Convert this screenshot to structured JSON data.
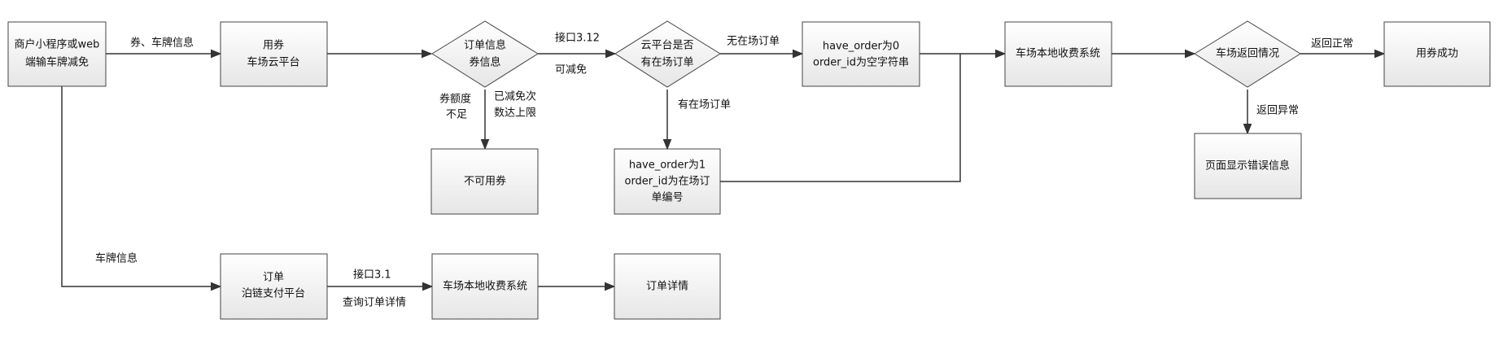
{
  "nodes": {
    "merchant": [
      "商户小程序或web",
      "端输车牌减免"
    ],
    "use_coupon": [
      "用券",
      "车场云平台"
    ],
    "order_info": [
      "订单信息",
      "券信息"
    ],
    "cloud_check": [
      "云平台是否",
      "有在场订单"
    ],
    "no_order_params": [
      "have_order为0",
      "order_id为空字符串"
    ],
    "local_system_top": [
      "车场本地收费系统"
    ],
    "return_check": [
      "车场返回情况"
    ],
    "success": [
      "用券成功"
    ],
    "unavailable": [
      "不可用券"
    ],
    "has_order_params": [
      "have_order为1",
      "order_id为在场订",
      "单编号"
    ],
    "error_page": [
      "页面显示错误信息"
    ],
    "order_platform": [
      "订单",
      "泊链支付平台"
    ],
    "local_system_bottom": [
      "车场本地收费系统"
    ],
    "order_detail": [
      "订单详情"
    ]
  },
  "edge_labels": {
    "coupon_plate": "券、车牌信息",
    "api_312": "接口3.12",
    "can_reduce": "可减免",
    "no_onsite": "无在场订单",
    "has_onsite": "有在场订单",
    "insufficient": [
      "券额度",
      "不足"
    ],
    "limit_reached": [
      "已减免次",
      "数达上限"
    ],
    "return_normal": "返回正常",
    "return_error": "返回异常",
    "plate_info": "车牌信息",
    "api_31": "接口3.1",
    "query_order": "查询订单详情"
  }
}
